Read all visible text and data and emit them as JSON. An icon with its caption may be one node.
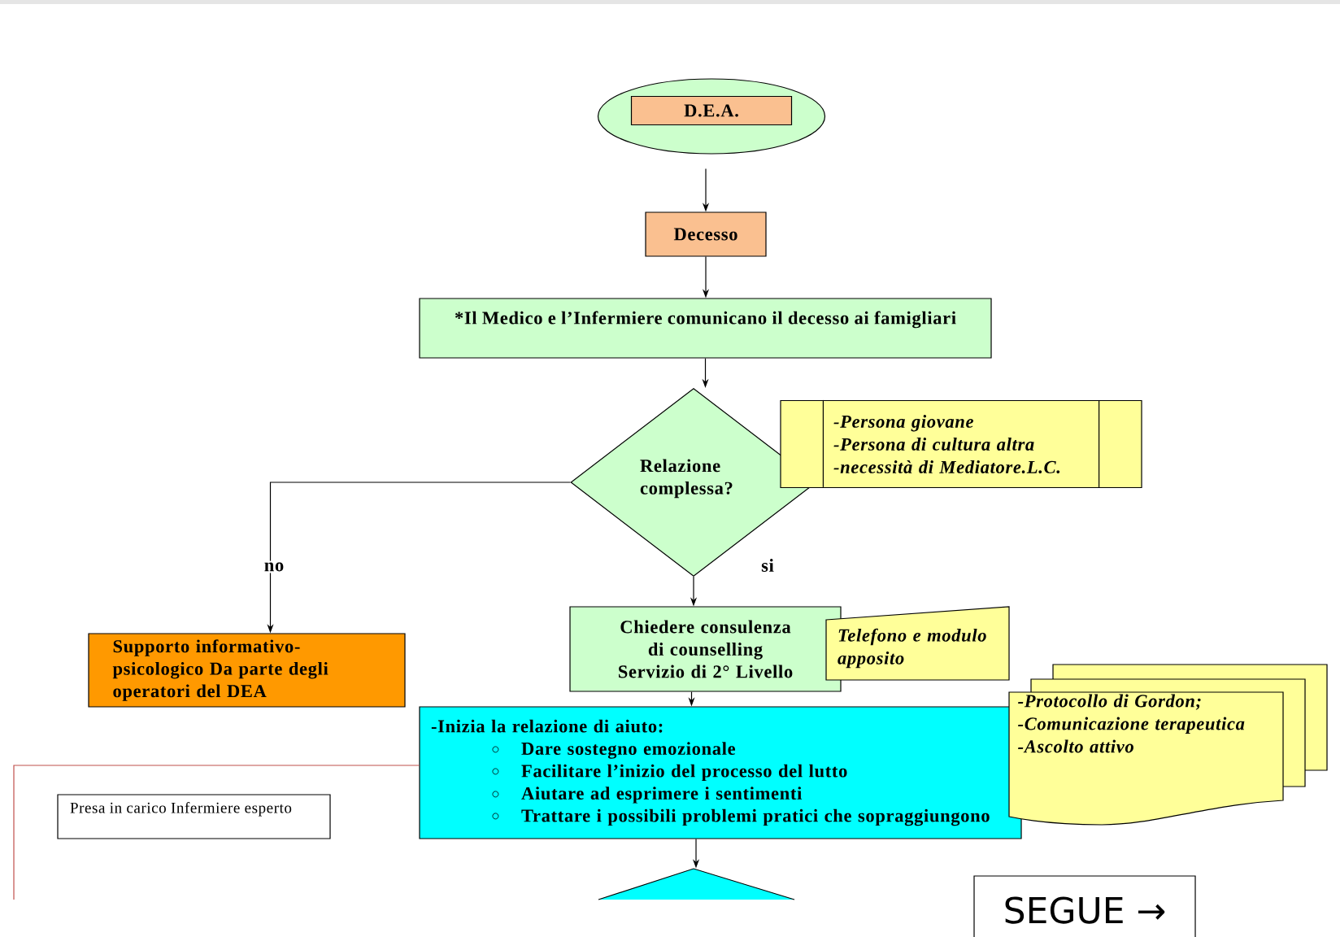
{
  "diagram": {
    "nodes": [
      {
        "text": [],
        "shape": "ellipse"
      },
      {
        "text": [
          "D.E.A."
        ],
        "in": 0
      },
      {
        "text": [
          "Decesso"
        ]
      },
      {
        "text": [
          "*Il Medico e l’Infermiere comunicano il decesso ai famigliari"
        ]
      },
      {
        "text": [
          "Relazione complessa?"
        ]
      },
      {
        "text": [
          "-Persona giovane",
          "-Persona di cultura altra",
          "-necessità di Mediatore.L.C."
        ]
      },
      {
        "text": [
          "Supporto informativo-psicologico Da parte degli operatori del DEA"
        ]
      },
      {
        "text": [
          "Chiedere consulenza di counselling",
          "Servizio di 2° Livello"
        ]
      },
      {
        "text": [
          "Telefono e modulo apposito"
        ]
      },
      {
        "text": [
          "-Inizia la relazione di aiuto:",
          "Dare sostegno emozionale",
          "Facilitare l’inizio del processo del lutto",
          "Aiutare ad esprimere i sentimenti",
          "Trattare i possibili problemi pratici che sopraggiungono"
        ]
      },
      {
        "text": [
          "-Protocollo di Gordon;",
          "-Comunicazione terapeutica",
          "-Ascolto attivo"
        ]
      },
      {
        "text": [
          "Presa in carico Infermiere esperto"
        ]
      },
      {
        "text": [],
        "shape": "diamond"
      },
      {
        "text": [
          "SEGUE →"
        ]
      }
    ],
    "edges": [
      {
        "from": 0,
        "to": 2,
        "arrow": "to"
      },
      {
        "from": 2,
        "to": 3,
        "arrow": "to"
      },
      {
        "from": 3,
        "to": 4,
        "arrow": "to"
      },
      {
        "from": 4,
        "to": 6,
        "arrow": "to",
        "label": "no"
      },
      {
        "from": 4,
        "to": 7,
        "arrow": "to",
        "label": "si"
      },
      {
        "from": 7,
        "to": 9,
        "arrow": "to"
      },
      {
        "from": 9,
        "to": 12,
        "arrow": "to"
      },
      {
        "from": 9,
        "to": null,
        "arrow": "none",
        "color": "#c0504d"
      }
    ]
  }
}
